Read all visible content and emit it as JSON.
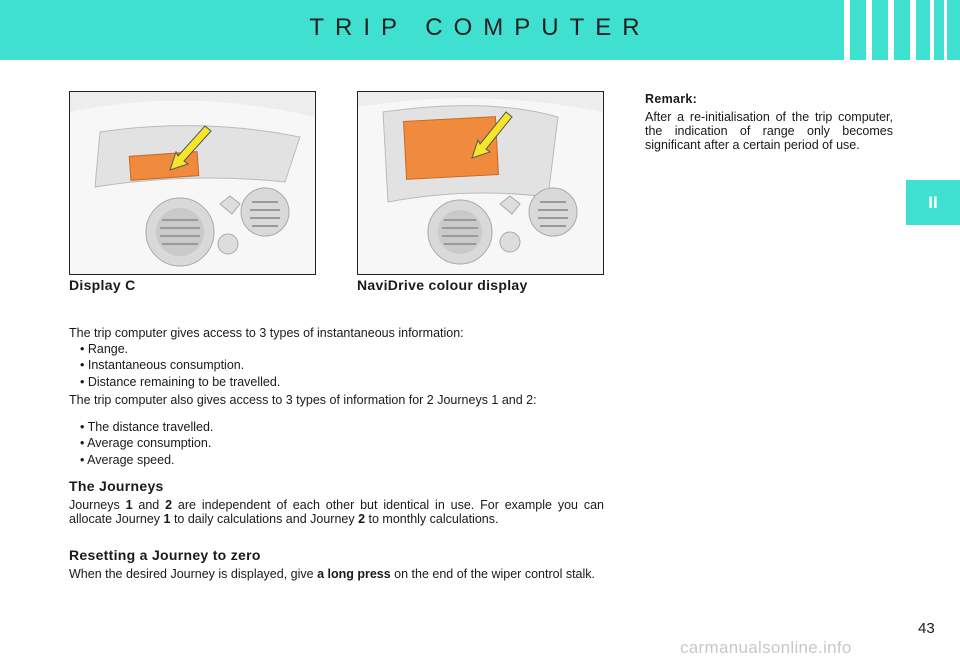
{
  "header": {
    "title": "TRIP COMPUTER"
  },
  "section_tab": {
    "label": "II"
  },
  "figures": {
    "left_caption": "Display C",
    "right_caption": "NaviDrive colour display"
  },
  "intro": {
    "line1": "The trip computer gives access to 3 types of instantaneous information:",
    "bullets": [
      "• Range.",
      "• Instantaneous consumption.",
      "• Distance remaining to be travelled."
    ],
    "line2": "The trip computer also gives access to 3 types of information for 2 Journeys 1 and 2:",
    "bullets2": [
      "• The distance travelled.",
      "• Average consumption.",
      "• Average speed."
    ]
  },
  "journeys": {
    "heading": "The Journeys",
    "t1": "Journeys ",
    "b1": "1",
    "t2": " and ",
    "b2": "2",
    "t3": " are independent of each other but identical in use. For example you can allocate Journey ",
    "b3": "1",
    "t4": " to daily calculations and Journey ",
    "b4": "2",
    "t5": " to monthly calculations."
  },
  "reset": {
    "heading": "Resetting a Journey to zero",
    "t1": "When the desired Journey is displayed, give ",
    "b1": "a long press",
    "t2": " on the end of the wiper control stalk."
  },
  "remark": {
    "title": "Remark:",
    "text": "After a re-initialisation of the trip computer, the indication of range only becomes significant after a certain period of use."
  },
  "page_number": "43",
  "watermark": "carmanualsonline.info",
  "colors": {
    "accent": "#3fe0d0",
    "display_orange": "#f08a3c",
    "arrow_yellow": "#f5e62a"
  }
}
